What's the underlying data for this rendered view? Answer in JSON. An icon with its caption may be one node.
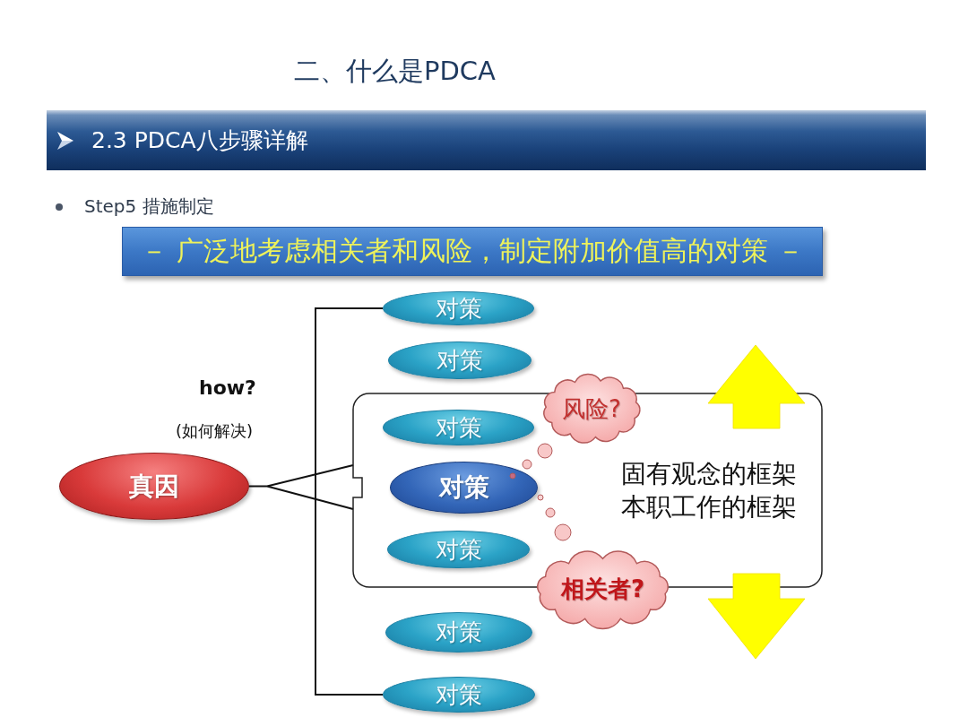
{
  "diagram": {
    "title": "二、什么是PDCA",
    "nodes": [
      {
        "text": [
          "2.3 PDCA八步骤详解"
        ]
      },
      {
        "text": [
          "－ 广泛地考虑相关者和风险，制定附加价值高的对策 －"
        ]
      },
      {
        "text": [
          "真因"
        ]
      },
      {
        "text": [
          "对策"
        ]
      },
      {
        "text": [
          "对策"
        ]
      },
      {
        "text": [
          "固有观念的框架",
          "本职工作的框架"
        ]
      },
      {
        "text": [
          "对策"
        ],
        "in": 5
      },
      {
        "text": [
          "风险?"
        ]
      },
      {
        "text": [
          "对策"
        ],
        "in": 5
      },
      {
        "text": [
          "对策"
        ],
        "in": 5
      },
      {
        "text": [
          "相关者?"
        ]
      },
      {
        "text": [
          "对策"
        ]
      },
      {
        "text": [
          "对策"
        ]
      }
    ],
    "edges": [
      {
        "from": 3,
        "to": 12,
        "arrow": "none"
      },
      {
        "from": 2,
        "to": 5,
        "arrow": "none"
      }
    ],
    "labels": [
      "Step5 措施制定",
      "how?",
      "(如何解决)"
    ]
  }
}
